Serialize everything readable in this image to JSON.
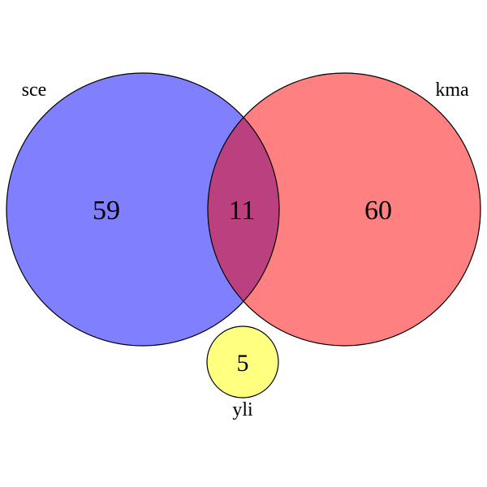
{
  "sets": {
    "sce": {
      "label": "sce",
      "color": "#8080ff"
    },
    "kma": {
      "label": "kma",
      "color": "#ff8080"
    },
    "yli": {
      "label": "yli",
      "color": "#ffff80"
    }
  },
  "overlap_color": "#bb4080",
  "counts": {
    "sce_only": "59",
    "sce_kma": "11",
    "kma_only": "60",
    "yli_only": "5"
  }
}
